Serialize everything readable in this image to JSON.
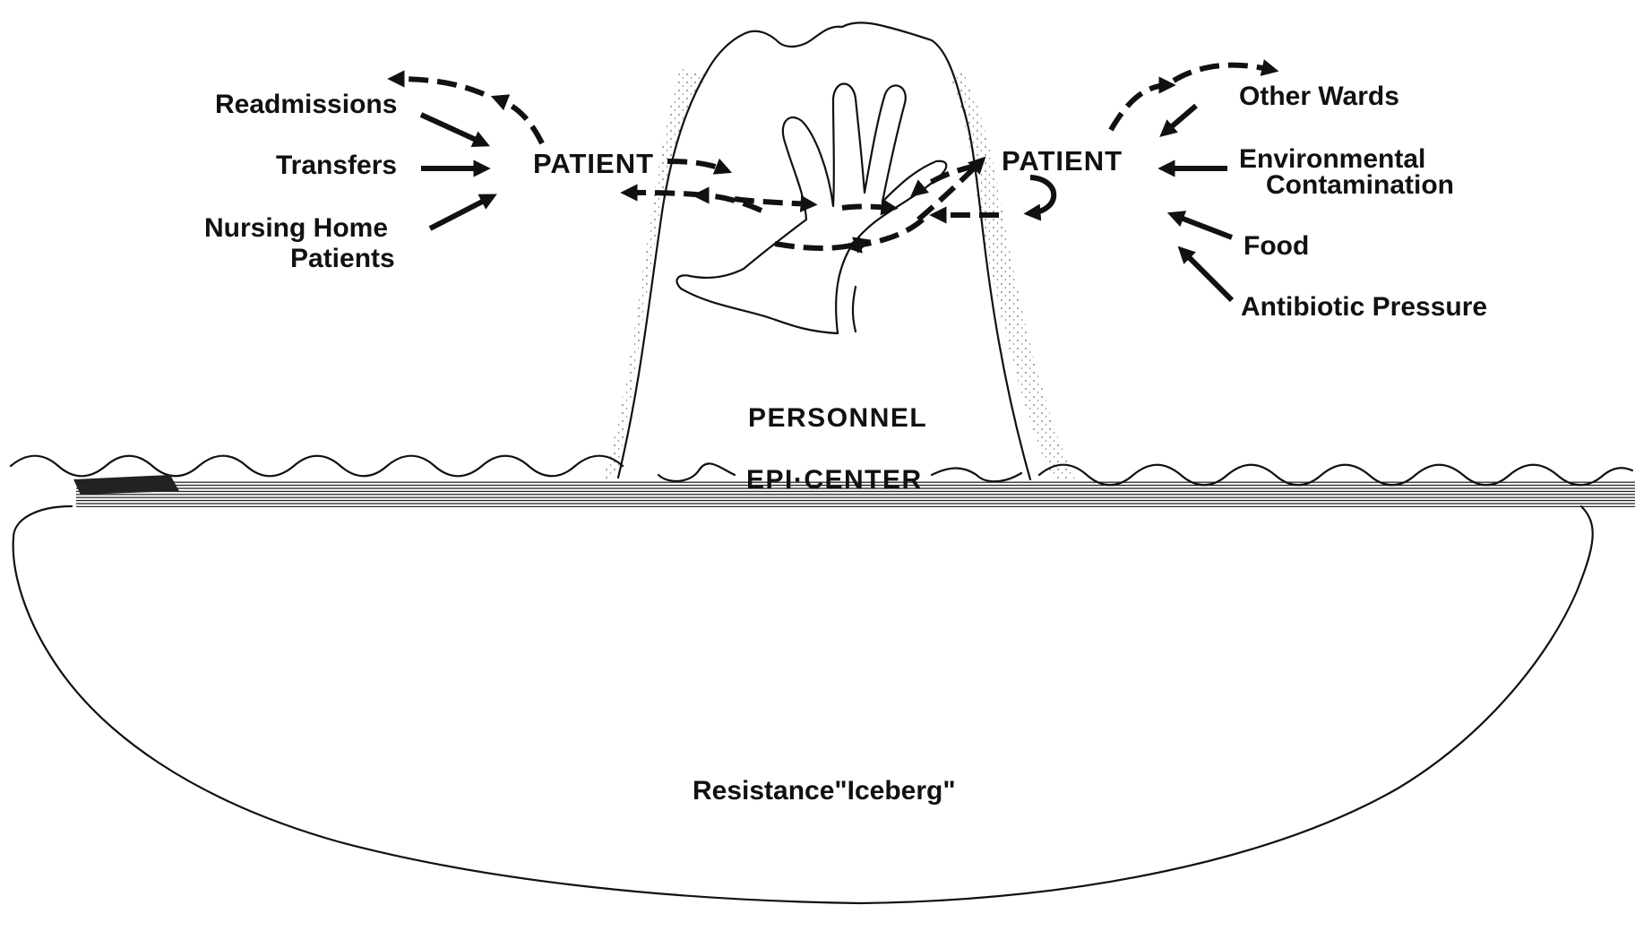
{
  "labels": {
    "left_sources": {
      "readmissions": "Readmissions",
      "transfers": "Transfers",
      "nursing_home_line1": "Nursing Home",
      "nursing_home_line2": "Patients"
    },
    "right_sources": {
      "other_wards": "Other Wards",
      "environmental_line1": "Environmental",
      "environmental_line2": "Contamination",
      "food": "Food",
      "antibiotic_pressure": "Antibiotic Pressure"
    },
    "patient_left": "PATIENT",
    "patient_right": "PATIENT",
    "personnel": "PERSONNEL",
    "epicenter": "EPI·CENTER",
    "iceberg": "Resistance\"Iceberg\""
  },
  "colors": {
    "ink": "#111111",
    "background": "#ffffff",
    "stipple": "#6a6a6a"
  },
  "icons": [
    "hand-icon",
    "arrow-icon",
    "wave-line",
    "stipple-shading"
  ]
}
